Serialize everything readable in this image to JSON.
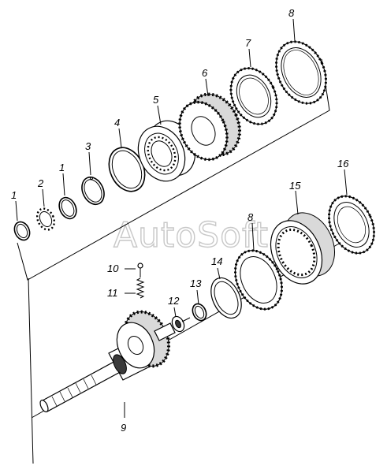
{
  "watermark": "AutoSoft",
  "callouts": {
    "c1a": "1",
    "c2": "2",
    "c1b": "1",
    "c3": "3",
    "c4": "4",
    "c5": "5",
    "c6": "6",
    "c7": "7",
    "c8a": "8",
    "c8b": "8",
    "c9": "9",
    "c10": "10",
    "c11": "11",
    "c12": "12",
    "c13": "13",
    "c14": "14",
    "c15": "15",
    "c16": "16"
  }
}
